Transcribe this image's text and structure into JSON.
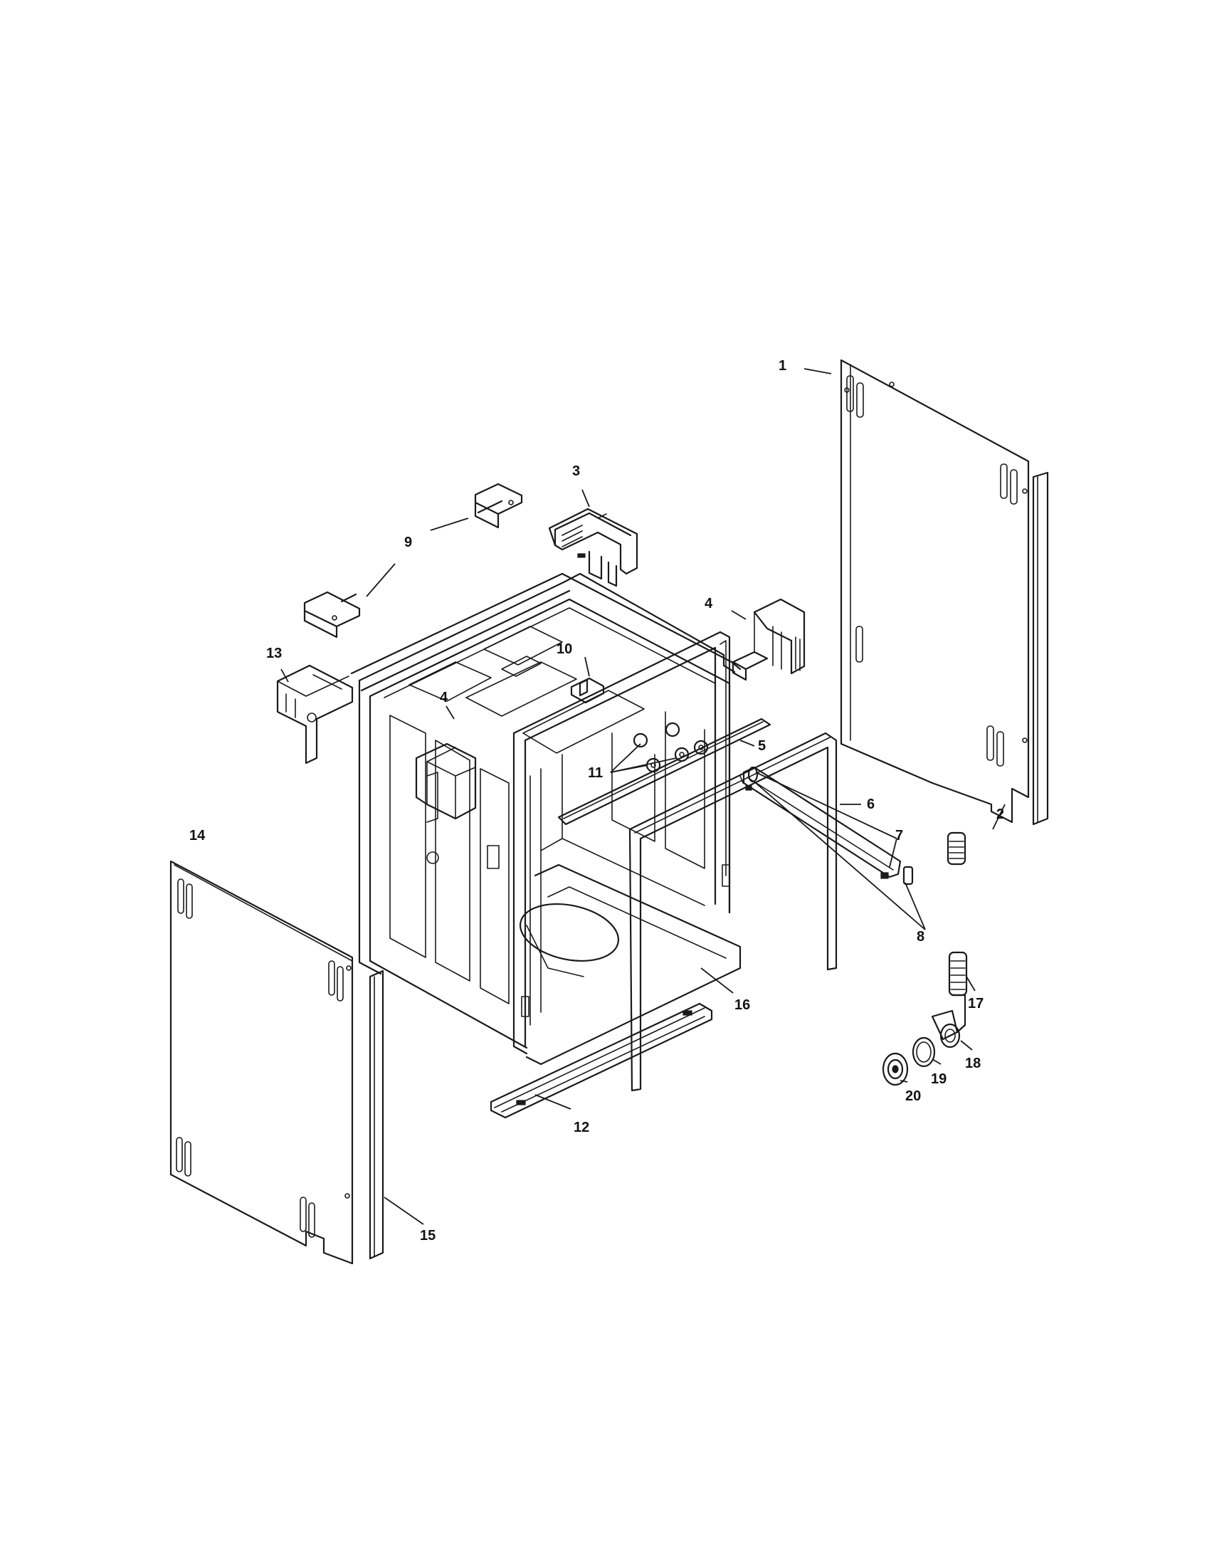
{
  "diagram": {
    "callouts": [
      {
        "id": "1",
        "label": "1"
      },
      {
        "id": "2",
        "label": "2"
      },
      {
        "id": "3",
        "label": "3"
      },
      {
        "id": "4a",
        "label": "4"
      },
      {
        "id": "4b",
        "label": "4"
      },
      {
        "id": "5",
        "label": "5"
      },
      {
        "id": "6",
        "label": "6"
      },
      {
        "id": "7",
        "label": "7"
      },
      {
        "id": "8",
        "label": "8"
      },
      {
        "id": "9",
        "label": "9"
      },
      {
        "id": "10",
        "label": "10"
      },
      {
        "id": "11",
        "label": "11"
      },
      {
        "id": "12",
        "label": "12"
      },
      {
        "id": "13",
        "label": "13"
      },
      {
        "id": "14",
        "label": "14"
      },
      {
        "id": "15",
        "label": "15"
      },
      {
        "id": "16",
        "label": "16"
      },
      {
        "id": "17",
        "label": "17"
      },
      {
        "id": "18",
        "label": "18"
      },
      {
        "id": "19",
        "label": "19"
      },
      {
        "id": "20",
        "label": "20"
      }
    ]
  }
}
